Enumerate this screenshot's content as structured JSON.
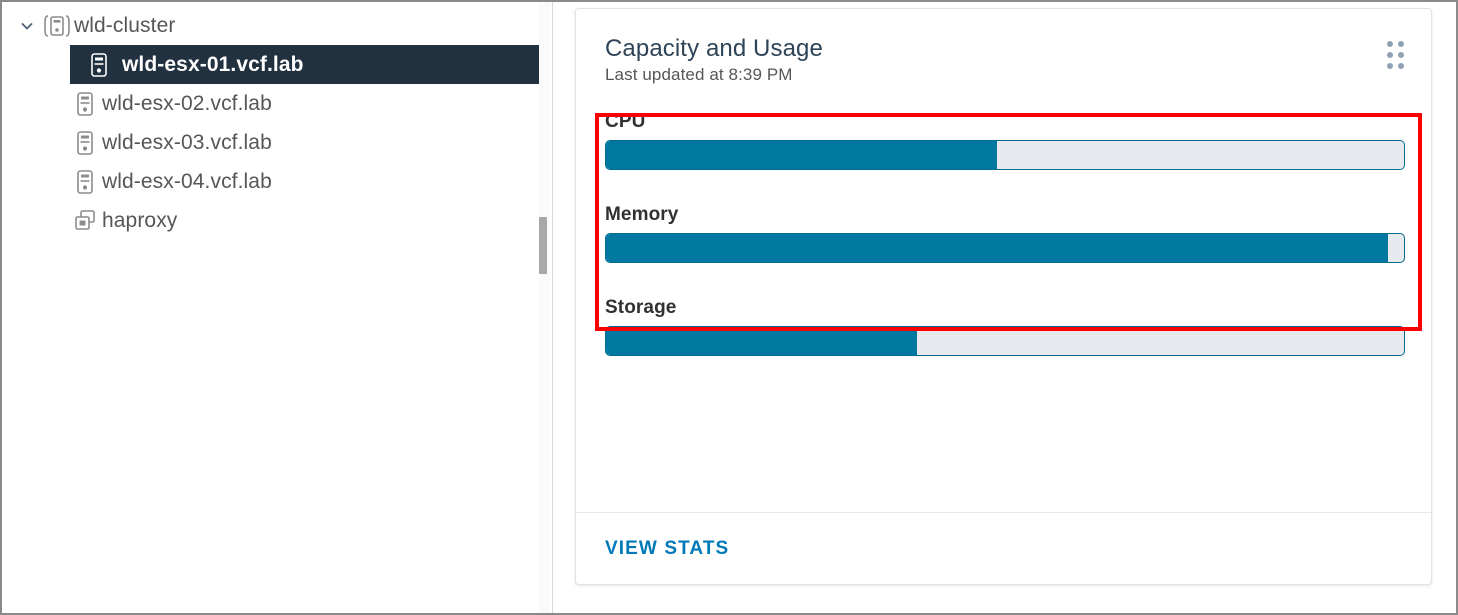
{
  "navigator": {
    "tree": [
      {
        "label": "wld-cluster",
        "icon": "cluster-icon",
        "level": 0,
        "expanded": true,
        "selected": false,
        "twisty": "chevron-down-icon"
      },
      {
        "label": "wld-esx-01.vcf.lab",
        "icon": "host-icon",
        "level": 1,
        "selected": true
      },
      {
        "label": "wld-esx-02.vcf.lab",
        "icon": "host-icon",
        "level": 1,
        "selected": false
      },
      {
        "label": "wld-esx-03.vcf.lab",
        "icon": "host-icon",
        "level": 1,
        "selected": false
      },
      {
        "label": "wld-esx-04.vcf.lab",
        "icon": "host-icon",
        "level": 1,
        "selected": false
      },
      {
        "label": "haproxy",
        "icon": "vm-stack-icon",
        "level": 1,
        "selected": false
      }
    ],
    "scrollbar": {
      "name": "vertical-scrollbar"
    }
  },
  "card": {
    "title": "Capacity and Usage",
    "subtitle": "Last updated at 8:39 PM",
    "drag_handle": "drag-handle-icon",
    "meters": [
      {
        "label": "CPU",
        "percent": 49
      },
      {
        "label": "Memory",
        "percent": 98
      },
      {
        "label": "Storage",
        "percent": 39
      }
    ],
    "footer": {
      "view_stats_label": "VIEW STATS"
    }
  },
  "annotation": {
    "name": "red-highlight-box",
    "color": "#fc0000"
  },
  "colors": {
    "meter_fill": "#00789f",
    "meter_track": "#e6e9ed",
    "meter_border": "#016a92",
    "selection": "#22313f",
    "link": "#0079b8",
    "annotation": "#fc0000"
  }
}
